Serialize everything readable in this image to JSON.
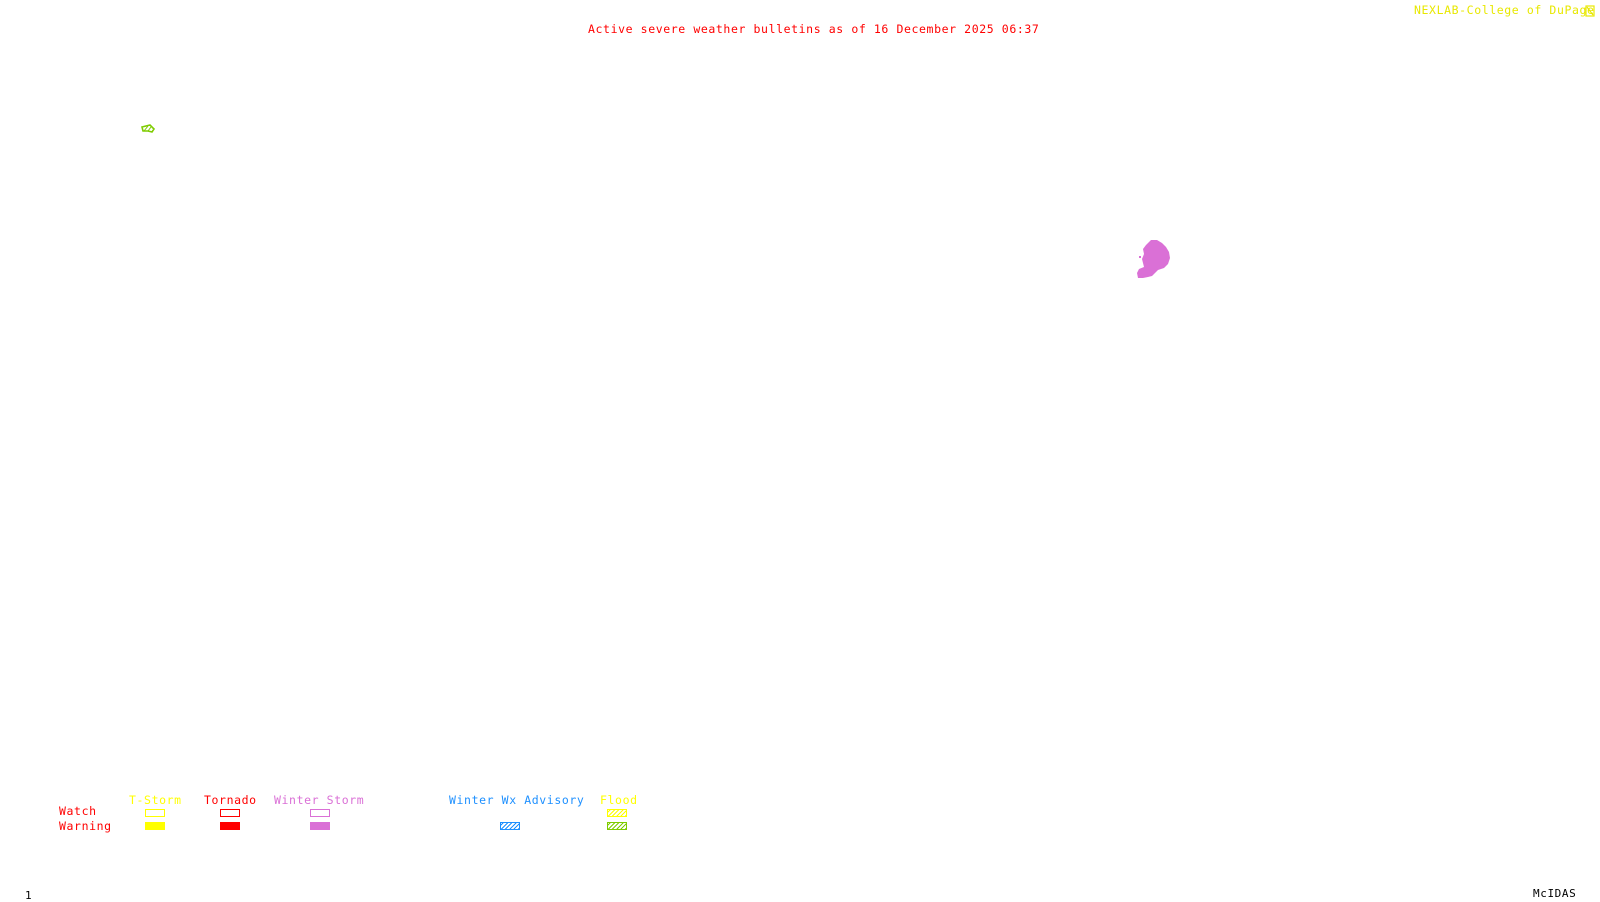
{
  "header": {
    "title": "Active severe weather bulletins as of 16 December 2025 06:37",
    "credit": "NEXLAB-College of DuPage",
    "credit_icon": "logo-icon"
  },
  "colors": {
    "title": "#ff0000",
    "credit": "#ffff00",
    "tstorm": "#ffff00",
    "tornado": "#ff0000",
    "winter_storm": "#da70d6",
    "winter_advisory": "#1e90ff",
    "flood_watch": "#ffff00",
    "flood_warning": "#7fcc00"
  },
  "map": {
    "areas": [
      {
        "type": "Winter Storm Warning",
        "color": "#da70d6"
      },
      {
        "type": "Flood Warning",
        "color": "#7fcc00"
      }
    ]
  },
  "legend": {
    "row_labels": {
      "watch": "Watch",
      "warning": "Warning"
    },
    "columns": [
      {
        "label": "T-Storm",
        "watch": "outline",
        "warning": "solid"
      },
      {
        "label": "Tornado",
        "watch": "outline",
        "warning": "solid"
      },
      {
        "label": "Winter Storm",
        "watch": "outline",
        "warning": "solid"
      },
      {
        "label": "Winter Wx Advisory",
        "watch": "none",
        "warning": "hatched"
      },
      {
        "label": "Flood",
        "watch": "hatched",
        "warning": "hatched"
      }
    ]
  },
  "footer": {
    "frame": "1",
    "software": "McIDAS"
  }
}
